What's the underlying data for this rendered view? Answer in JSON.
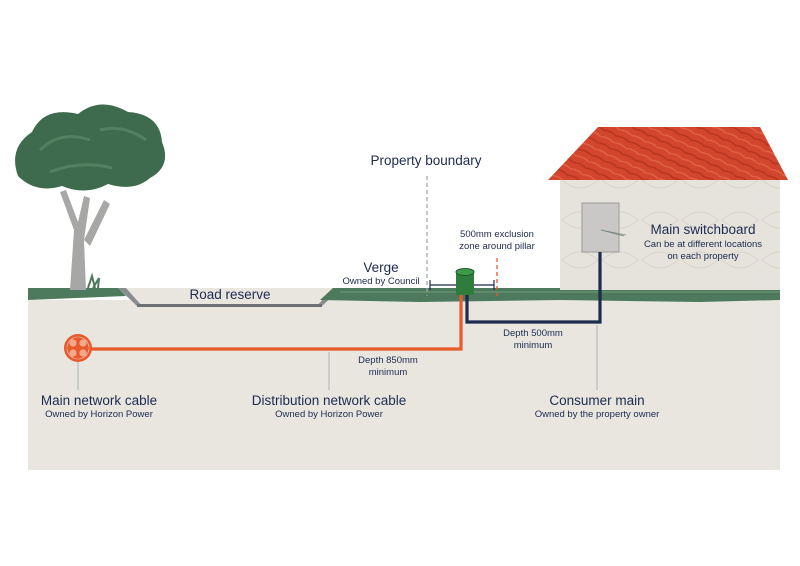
{
  "labels": {
    "property_boundary": "Property boundary",
    "exclusion_zone_line1": "500mm exclusion",
    "exclusion_zone_line2": "zone around pillar",
    "main_switchboard": "Main switchboard",
    "switchboard_note_line1": "Can be at different locations",
    "switchboard_note_line2": "on each property",
    "verge": "Verge",
    "verge_owner": "Owned by Council",
    "road_reserve": "Road reserve",
    "depth_500_line1": "Depth 500mm",
    "depth_500_line2": "minimum",
    "depth_850_line1": "Depth 850mm",
    "depth_850_line2": "minimum",
    "main_network_cable": "Main network cable",
    "main_network_owner": "Owned by Horizon Power",
    "distribution_network_cable": "Distribution network cable",
    "distribution_network_owner": "Owned by Horizon Power",
    "consumer_main": "Consumer main",
    "consumer_main_owner": "Owned by the property owner"
  },
  "colors": {
    "ground": "#e9e6df",
    "grass": "#4d7a5c",
    "network_cable": "#e8592c",
    "consumer_cable": "#1d2b4f",
    "pillar": "#2f7d3c",
    "roof": "#d2462e",
    "house_wall": "#e6e3dc",
    "tree_canopy": "#3e6b4d",
    "text": "#1d2b4f"
  }
}
